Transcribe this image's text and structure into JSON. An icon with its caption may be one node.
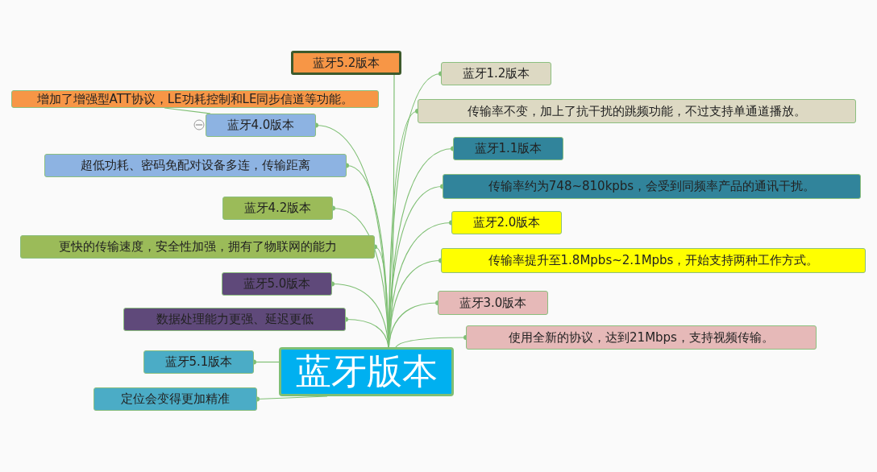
{
  "diagram": {
    "nodes": [
      {
        "text": [
          "蓝牙版本"
        ]
      },
      {
        "text": [
          "蓝牙5.2版本"
        ]
      },
      {
        "text": [
          "增加了增强型ATT协议，LE功耗控制和LE同步信道等功能。"
        ]
      },
      {
        "text": [
          "蓝牙4.0版本"
        ]
      },
      {
        "text": [
          "超低功耗、密码免配对设备多连，传输距离"
        ]
      },
      {
        "text": [
          "蓝牙4.2版本"
        ]
      },
      {
        "text": [
          "更快的传输速度，安全性加强，拥有了物联网的能力"
        ]
      },
      {
        "text": [
          "蓝牙5.0版本"
        ]
      },
      {
        "text": [
          "数据处理能力更强、延迟更低"
        ]
      },
      {
        "text": [
          "蓝牙5.1版本"
        ]
      },
      {
        "text": [
          "定位会变得更加精准"
        ]
      },
      {
        "text": [
          "蓝牙1.2版本"
        ]
      },
      {
        "text": [
          "传输率不变，加上了抗干扰的跳频功能，不过支持单通道播放。"
        ]
      },
      {
        "text": [
          "蓝牙1.1版本"
        ]
      },
      {
        "text": [
          "传输率约为748~810kpbs，会受到同频率产品的通讯干扰。"
        ]
      },
      {
        "text": [
          "蓝牙2.0版本"
        ]
      },
      {
        "text": [
          "传输率提升至1.8Mpbs~2.1Mpbs，开始支持两种工作方式。"
        ]
      },
      {
        "text": [
          "蓝牙3.0版本"
        ]
      },
      {
        "text": [
          "使用全新的协议，达到21Mbps，支持视频传输。"
        ]
      }
    ],
    "edges": [
      {
        "from": 0,
        "to": 1,
        "arrow": "none"
      },
      {
        "from": 2,
        "to": 3,
        "arrow": "none"
      },
      {
        "from": 0,
        "to": 3,
        "arrow": "other"
      },
      {
        "from": 0,
        "to": 4,
        "arrow": "other"
      },
      {
        "from": 0,
        "to": 5,
        "arrow": "other"
      },
      {
        "from": 0,
        "to": 6,
        "arrow": "other"
      },
      {
        "from": 0,
        "to": 7,
        "arrow": "other"
      },
      {
        "from": 0,
        "to": 8,
        "arrow": "other"
      },
      {
        "from": 0,
        "to": 9,
        "arrow": "other"
      },
      {
        "from": 0,
        "to": 10,
        "arrow": "other"
      },
      {
        "from": 0,
        "to": 11,
        "arrow": "other"
      },
      {
        "from": 0,
        "to": 12,
        "arrow": "other"
      },
      {
        "from": 0,
        "to": 13,
        "arrow": "other"
      },
      {
        "from": 0,
        "to": 14,
        "arrow": "other"
      },
      {
        "from": 0,
        "to": 15,
        "arrow": "other"
      },
      {
        "from": 0,
        "to": 16,
        "arrow": "other"
      },
      {
        "from": 0,
        "to": 17,
        "arrow": "other"
      },
      {
        "from": 0,
        "to": 18,
        "arrow": "other"
      }
    ]
  }
}
